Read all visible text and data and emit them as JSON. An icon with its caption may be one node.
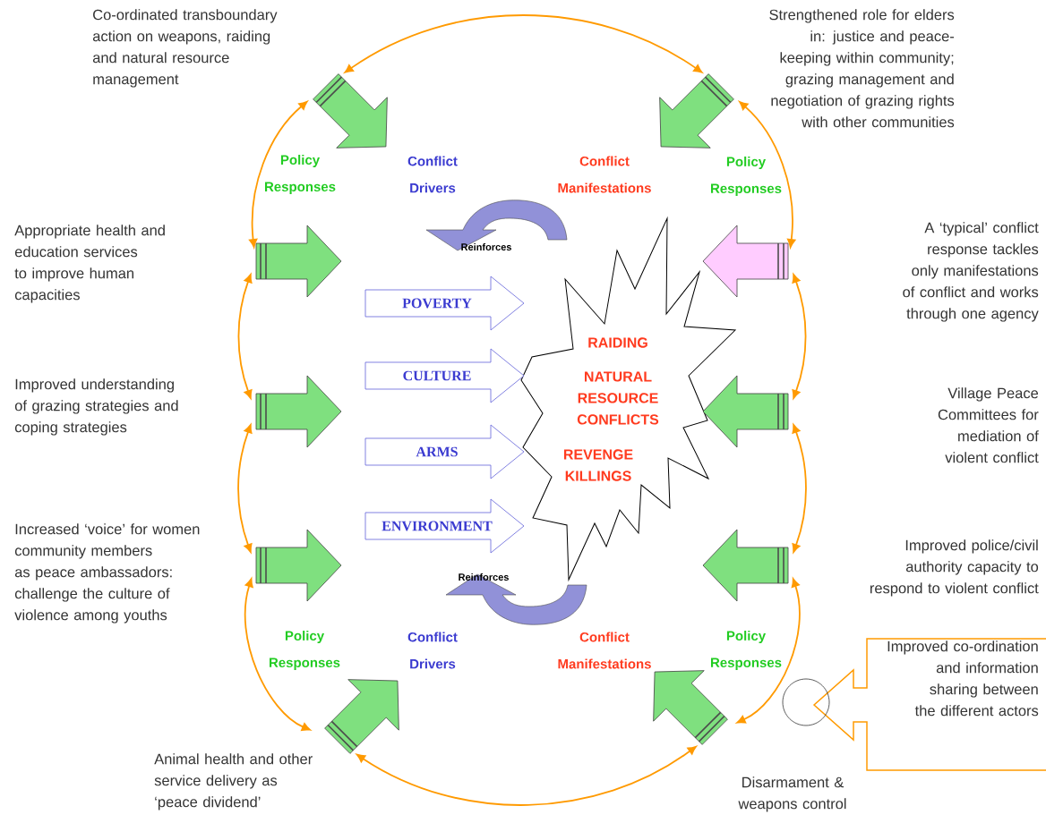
{
  "diagram": {
    "nodes": [
      {
        "text": [],
        "shape": "arrow",
        "beside": [
          "Co-ordinated transboundary action on weapons, raiding and natural resource management"
        ]
      },
      {
        "text": [],
        "shape": "arrow",
        "beside": [
          "Strengthened role for elders in: justice and peace-keeping within community; grazing management and negotiation of grazing rights with other communities"
        ]
      },
      {
        "text": [],
        "shape": "arrow"
      },
      {
        "text": [],
        "shape": "arrow"
      },
      {
        "text": [
          "POVERTY"
        ]
      },
      {
        "text": [
          "RAIDING",
          "NATURAL RESOURCE CONFLICTS",
          "REVENGE KILLINGS"
        ]
      },
      {
        "text": [
          "CULTURE"
        ]
      },
      {
        "text": [],
        "shape": "arrow"
      },
      {
        "text": [],
        "shape": "arrow"
      },
      {
        "text": [
          "ARMS"
        ]
      },
      {
        "text": [
          "ENVIRONMENT"
        ]
      },
      {
        "text": [],
        "shape": "arrow",
        "beside": [
          "Increased ‘voice’ for women community members as peace ambassadors: challenge the culture of violence among youths"
        ]
      },
      {
        "text": [],
        "shape": "arrow"
      },
      {
        "text": [
          "Improved co-ordination and information sharing between the different actors"
        ]
      },
      {
        "text": [],
        "shape": "arrow",
        "beside": [
          "Animal health and other service delivery as ‘peace dividend’"
        ]
      },
      {
        "text": [],
        "shape": "arrow"
      },
      {
        "text": [],
        "shape": "arrow",
        "beside": [
          "Reinforces"
        ]
      },
      {
        "text": [],
        "shape": "arrow",
        "beside": [
          "Reinforces"
        ]
      }
    ],
    "edges": [
      {
        "from": 0,
        "to": 1,
        "arrow": "both"
      },
      {
        "from": 1,
        "to": 3,
        "arrow": "both"
      },
      {
        "from": 3,
        "to": 8,
        "arrow": "both"
      },
      {
        "from": 8,
        "to": 12,
        "arrow": "both"
      },
      {
        "from": 12,
        "to": 15,
        "arrow": "both"
      },
      {
        "from": 15,
        "to": 14,
        "arrow": "both"
      },
      {
        "from": 14,
        "to": 11,
        "arrow": "both"
      },
      {
        "from": 11,
        "to": 7,
        "arrow": "both"
      },
      {
        "from": 7,
        "to": 2,
        "arrow": "both"
      },
      {
        "from": 2,
        "to": 0,
        "arrow": "both"
      }
    ],
    "labels": [
      "Policy Responses",
      "Conflict Drivers",
      "Conflict Manifestations",
      "Policy Responses",
      "Appropriate health and education services to improve human capacities",
      "A ‘typical’ conflict response tackles only manifestations of conflict and works through one agency",
      "Improved understanding of grazing strategies and coping strategies",
      "Village Peace Committees for mediation of violent conflict",
      "Improved police/civil authority capacity to respond to violent conflict",
      "Policy Responses",
      "Conflict Drivers",
      "Conflict Manifestations",
      "Policy Responses",
      "Disarmament & weapons control"
    ]
  }
}
